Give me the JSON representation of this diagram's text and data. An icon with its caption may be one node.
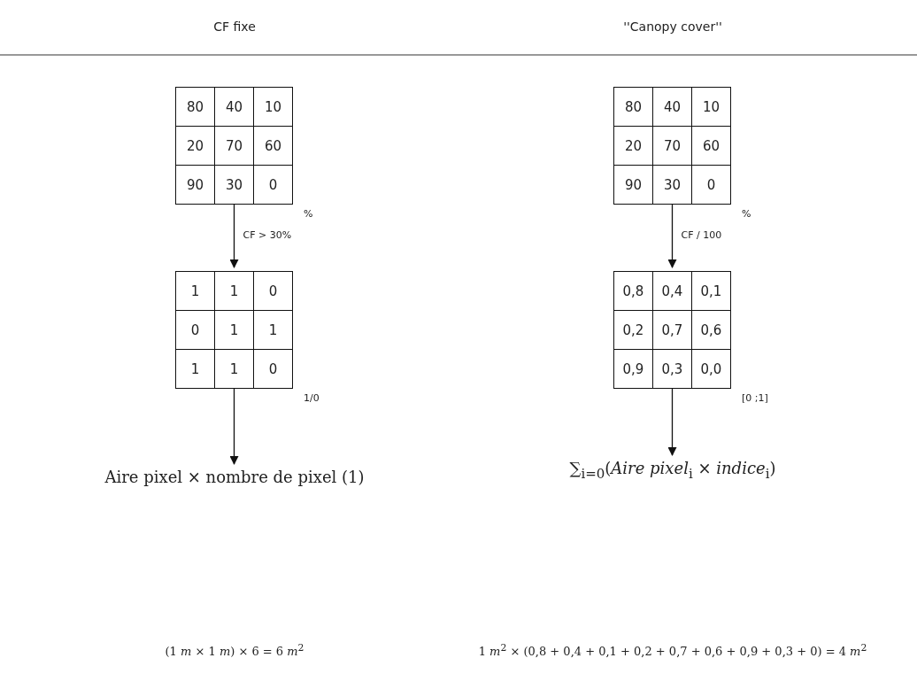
{
  "diagram": {
    "nodes": [
      {
        "text": [
          "80",
          "40",
          "10",
          "20",
          "70",
          "60",
          "90",
          "30",
          "0"
        ],
        "beside": [
          "%"
        ]
      },
      {
        "text": [
          "1",
          "1",
          "0",
          "0",
          "1",
          "1",
          "1",
          "1",
          "0"
        ],
        "beside": [
          "1/0"
        ]
      },
      {
        "text": [
          "Aire pixel × nombre de pixel (1)"
        ]
      },
      {
        "text": [
          "80",
          "40",
          "10",
          "20",
          "70",
          "60",
          "90",
          "30",
          "0"
        ],
        "beside": [
          "%"
        ]
      },
      {
        "text": [
          "0,8",
          "0,4",
          "0,1",
          "0,2",
          "0,7",
          "0,6",
          "0,9",
          "0,3",
          "0,0"
        ],
        "beside": [
          "[0 ;1]"
        ]
      },
      {
        "text": [
          "∑$_{i=0}$(*Aire pixel*$_{i}$ × *indice*$_{i}$)"
        ]
      }
    ],
    "edges": [
      {
        "from": 0,
        "to": 1,
        "arrow": "to",
        "label": "CF > 30%"
      },
      {
        "from": 1,
        "to": 2,
        "arrow": "to"
      },
      {
        "from": 3,
        "to": 4,
        "arrow": "to",
        "label": "CF / 100"
      },
      {
        "from": 4,
        "to": 5,
        "arrow": "to"
      }
    ],
    "labels": [
      "CF fixe",
      "''Canopy cover''",
      "(1 *m* × 1 *m*) × 6 = 6 *m*$^{2}$",
      "1 *m*$^{2}$ × (0,8 + 0,4 + 0,1 + 0,2 + 0,7 + 0,6 + 0,9 + 0,3 + 0) = 4 *m*$^{2}$"
    ]
  }
}
